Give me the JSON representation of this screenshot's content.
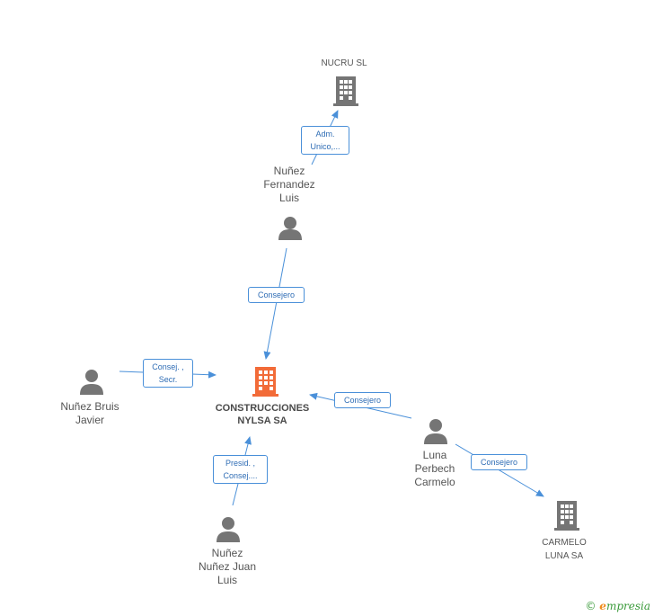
{
  "nodes": {
    "nucru": {
      "label": "NUCRU SL",
      "type": "company"
    },
    "nunez_fernandez": {
      "label": "Nuñez\nFernandez\nLuis",
      "type": "person"
    },
    "construcciones": {
      "label": "CONSTRUCCIONES\nNYLSA SA",
      "type": "company-main"
    },
    "nunez_bruis": {
      "label": "Nuñez Bruis\nJavier",
      "type": "person"
    },
    "luna_perbech": {
      "label": "Luna\nPerbech\nCarmelo",
      "type": "person"
    },
    "carmelo_luna": {
      "label": "CARMELO\nLUNA SA",
      "type": "company"
    },
    "nunez_nunez": {
      "label": "Nuñez\nNuñez Juan\nLuis",
      "type": "person"
    }
  },
  "edges": {
    "e1": {
      "label": "Adm.\nUnico,...",
      "from": "nunez_fernandez",
      "to": "nucru"
    },
    "e2": {
      "label": "Consejero",
      "from": "nunez_fernandez",
      "to": "construcciones"
    },
    "e3": {
      "label": "Consej. ,\nSecr.",
      "from": "nunez_bruis",
      "to": "construcciones"
    },
    "e4": {
      "label": "Consejero",
      "from": "luna_perbech",
      "to": "construcciones"
    },
    "e5": {
      "label": "Consejero",
      "from": "luna_perbech",
      "to": "carmelo_luna"
    },
    "e6": {
      "label": "Presid. ,\nConsej....",
      "from": "nunez_nunez",
      "to": "construcciones"
    }
  },
  "colors": {
    "edge": "#4a90d9",
    "icon": "#757575",
    "main_company": "#f26b38"
  },
  "brand": {
    "symbol": "©",
    "initial": "e",
    "rest": "mpresia"
  }
}
